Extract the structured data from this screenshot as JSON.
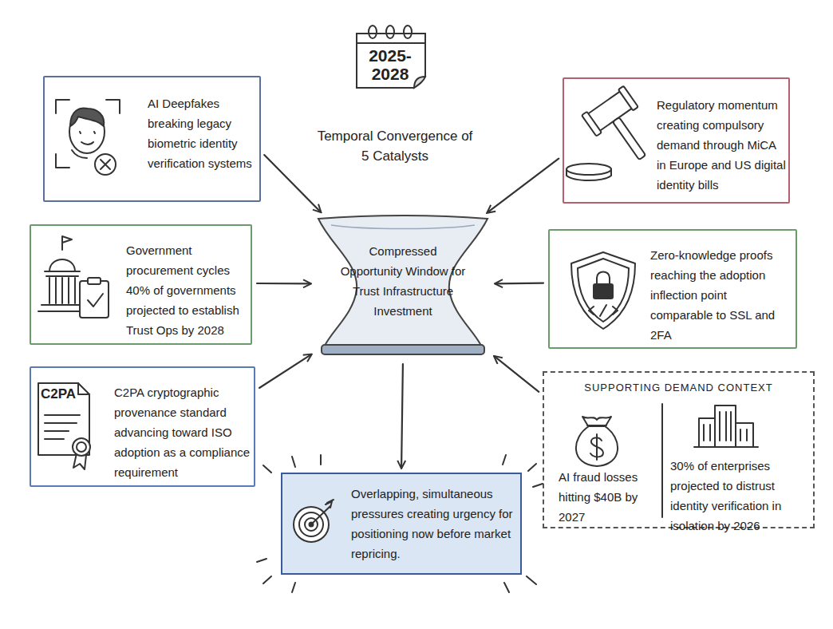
{
  "diagram": {
    "nodes": [
      {
        "text": [
          "AI Deepfakes breaking legacy biometric identity verification systems"
        ]
      },
      {
        "text": [
          "2025- 2028",
          "Temporal Convergence of 5 Catalysts"
        ]
      },
      {
        "text": [
          "Regulatory momentum creating compulsory demand through MiCA in Europe and US digital identity bills"
        ]
      },
      {
        "text": [
          "Government procurement cycles 40% of governments projected to establish Trust Ops by 2028"
        ]
      },
      {
        "text": [
          "Compressed Opportunity Window for Trust Infrastructure Investment"
        ]
      },
      {
        "text": [
          "Zero-knowledge proofs reaching the adoption inflection point comparable to SSL and 2FA"
        ]
      },
      {
        "text": [
          "C2PA cryptographic provenance standard advancing toward ISO adoption as a compliance requirement"
        ]
      },
      {
        "text": [
          "SUPPORTING DEMAND CONTEXT",
          "AI fraud losses hitting $40B by 2027",
          "30% of enterprises projected to distrust identity verification in isolation by 2026"
        ]
      },
      {
        "text": [
          "Overlapping, simultaneous pressures creating urgency for positioning now before market repricing."
        ]
      }
    ],
    "edges": [
      {
        "from": 0,
        "to": 4,
        "arrow": "to"
      },
      {
        "from": 2,
        "to": 4,
        "arrow": "to"
      },
      {
        "from": 3,
        "to": 4,
        "arrow": "to"
      },
      {
        "from": 5,
        "to": 4,
        "arrow": "to"
      },
      {
        "from": 6,
        "to": 4,
        "arrow": "to"
      },
      {
        "from": 7,
        "to": 4,
        "arrow": "to"
      },
      {
        "from": 4,
        "to": 8,
        "arrow": "to"
      }
    ],
    "labels": [
      "C2PA"
    ]
  }
}
